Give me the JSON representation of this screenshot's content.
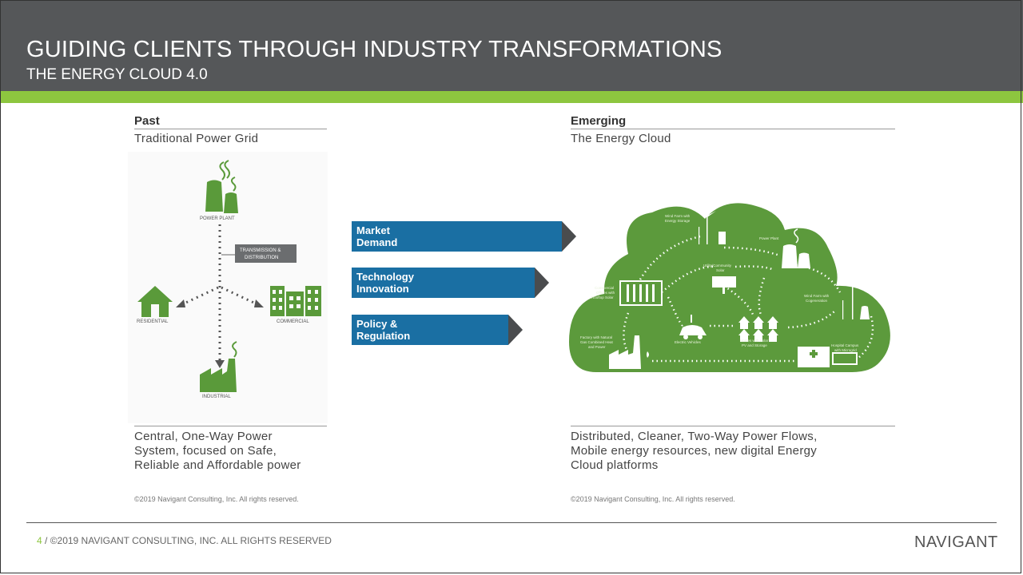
{
  "header": {
    "title": "GUIDING CLIENTS THROUGH INDUSTRY TRANSFORMATIONS",
    "subtitle": "THE ENERGY CLOUD 4.0"
  },
  "past": {
    "heading": "Past",
    "subheading": "Traditional Power Grid",
    "labels": {
      "power_plant": "POWER PLANT",
      "transmission": "TRANSMISSION &",
      "distribution": "DISTRIBUTION",
      "residential": "RESIDENTIAL",
      "commercial": "COMMERCIAL",
      "industrial": "INDUSTRIAL"
    },
    "description": [
      "Central, One-Way Power",
      "System, focused on Safe,",
      "Reliable and Affordable power"
    ],
    "copyright": "©2019 Navigant Consulting, Inc. All rights reserved."
  },
  "drivers": [
    {
      "line1": "Market",
      "line2": "Demand"
    },
    {
      "line1": "Technology",
      "line2": "Innovation"
    },
    {
      "line1": "Policy &",
      "line2": "Regulation"
    }
  ],
  "emerging": {
    "heading": "Emerging",
    "subheading": "The Energy Cloud",
    "cloud_labels": {
      "wind_storage": [
        "Wind Farm with",
        "Energy Storage"
      ],
      "power_plant": "Power Plant",
      "utility_solar": [
        "Utility/Community",
        "Solar"
      ],
      "commercial": [
        "Commercial",
        "Offices with",
        "Rooftop Solar"
      ],
      "wind_cogen": [
        "Wind Farm with",
        "Cogeneration"
      ],
      "electric_vehicles": "Electric Vehicles",
      "homes": [
        "Homes with Solar",
        "PV and Storage"
      ],
      "factory": [
        "Factory with Natural",
        "Gas Combined Heat",
        "and Power"
      ],
      "hospital": [
        "Hospital Campus",
        "with Microgrid"
      ]
    },
    "description": [
      "Distributed, Cleaner, Two-Way Power Flows,",
      "Mobile energy resources, new digital Energy",
      "Cloud platforms"
    ],
    "copyright": "©2019 Navigant Consulting, Inc. All rights reserved."
  },
  "footer": {
    "page": "4",
    "text": " / ©2019 NAVIGANT CONSULTING, INC. ALL RIGHTS RESERVED",
    "logo": "NAVIGANT"
  },
  "colors": {
    "header": "#555759",
    "accent_green": "#8dc63f",
    "icon_green": "#5a9a3a",
    "driver_blue": "#1a6fa3",
    "cloud_green": "#5c9a3c"
  }
}
